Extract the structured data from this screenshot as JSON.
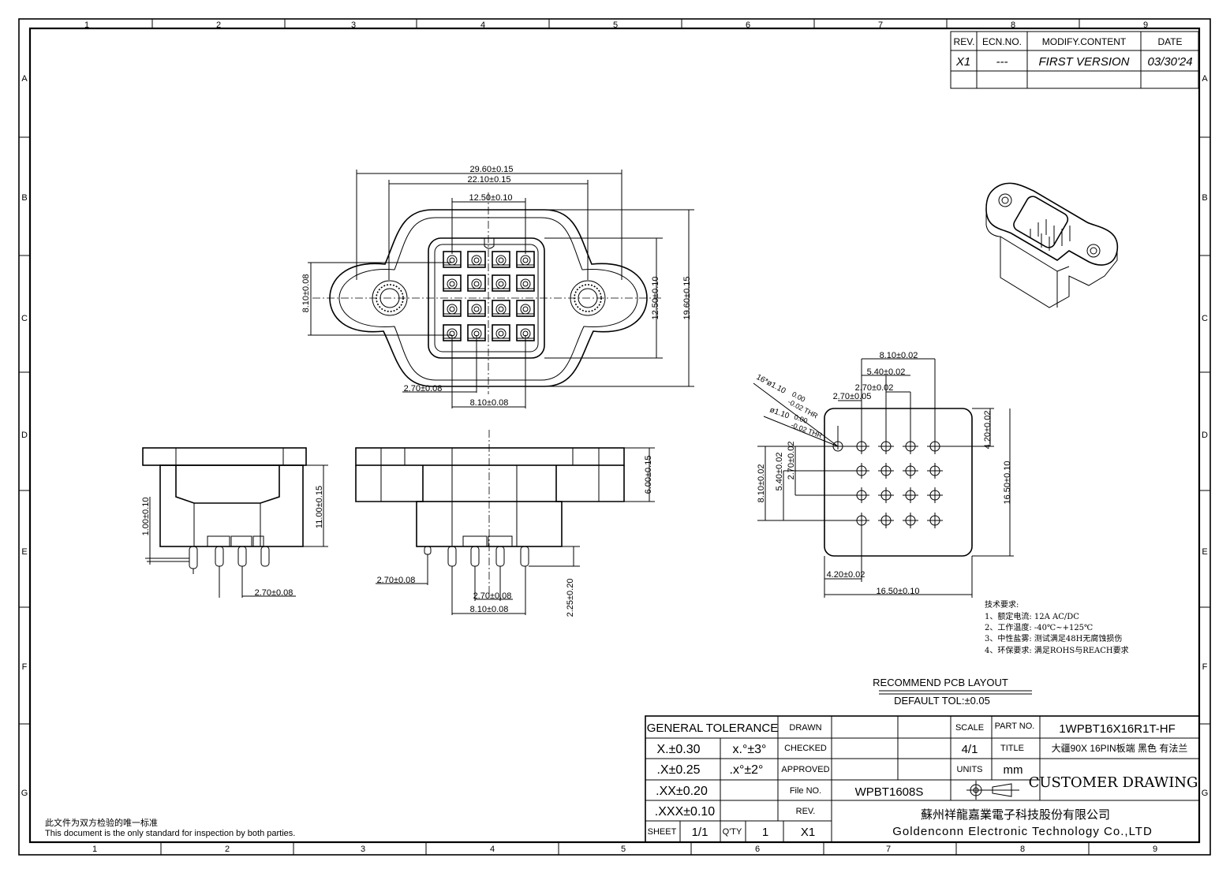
{
  "zones": {
    "top_cols": [
      "1",
      "2",
      "3",
      "4",
      "5",
      "6",
      "7",
      "8",
      "9"
    ],
    "bottom_cols": [
      "1",
      "2",
      "3",
      "4",
      "5",
      "6",
      "7",
      "8",
      "9"
    ],
    "rows": [
      "A",
      "B",
      "C",
      "D",
      "E",
      "F",
      "G"
    ]
  },
  "revision_table": {
    "headers": [
      "REV.",
      "ECN.NO.",
      "MODIFY.CONTENT",
      "DATE"
    ],
    "rows": [
      {
        "rev": "X1",
        "ecn": "---",
        "content": "FIRST VERSION",
        "date": "03/30'24"
      }
    ]
  },
  "front_view": {
    "dims": [
      "29.60±0.15",
      "22.10±0.15",
      "12.50±0.10",
      "8.10±0.08",
      "12.50±0.10",
      "19.60±0.15",
      "2.70±0.08",
      "8.10±0.08"
    ]
  },
  "side_left": {
    "dims": [
      "1.00±0.10",
      "11.00±0.15",
      "2.70±0.08"
    ]
  },
  "side_right": {
    "dims": [
      "6.00±0.15",
      "2.70±0.08",
      "2.70±0.08",
      "8.10±0.08",
      "2.25±0.20"
    ]
  },
  "pcb_layout": {
    "dims": [
      "8.10±0.02",
      "5.40±0.02",
      "2.70±0.02",
      "2.70±0.05",
      "8.10±0.02",
      "5.40±0.02",
      "2.70±0.02",
      "4.20±0.02",
      "16.50±0.10",
      "4.20±0.02",
      "16.50±0.10"
    ],
    "hole_note_1": "16*ø1.10",
    "hole_tol_1a": "0.00",
    "hole_tol_1b": "-0.02 THR",
    "hole_note_2": "ø1.10",
    "hole_tol_2a": "0.00",
    "hole_tol_2b": "-0.02 THR",
    "title": "RECOMMEND PCB LAYOUT",
    "tolerance": "DEFAULT TOL:±0.05"
  },
  "tech_requirements": {
    "heading": "技术要求:",
    "items": [
      "1、额定电流: 12A AC/DC",
      "2、工作温度: -40℃~+125℃",
      "3、中性盐雾: 测试满足48H无腐蚀损伤",
      "4、环保要求: 满足ROHS与REACH要求"
    ]
  },
  "disclaimer": {
    "zh": "此文件为双方检验的唯一标准",
    "en": "This document is the only standard for inspection by both parties."
  },
  "title_block": {
    "general_tolerance": "GENERAL TOLERANCE",
    "tol_rows": [
      {
        "left": "X.±0.30",
        "right": "x.°±3°"
      },
      {
        "left": ".X±0.25",
        "right": ".x°±2°"
      },
      {
        "left": ".XX±0.20",
        "right": ""
      },
      {
        "left": ".XXX±0.10",
        "right": ""
      }
    ],
    "labels": {
      "drawn": "DRAWN",
      "checked": "CHECKED",
      "approved": "APPROVED",
      "file_no": "File NO.",
      "rev": "REV.",
      "sheet": "SHEET",
      "qty": "Q'TY",
      "scale": "SCALE",
      "units": "UNITS",
      "part_no": "PART NO.",
      "title": "TITLE"
    },
    "values": {
      "file_no": "WPBT1608S",
      "rev": "X1",
      "sheet": "1/1",
      "qty": "1",
      "scale": "4/1",
      "units": "mm",
      "part_no": "1WPBT16X16R1T-HF",
      "title": "大疆90X 16PIN板端 黑色 有法兰"
    },
    "drawing_type": "CUSTOMER DRAWING",
    "company_zh": "蘇州祥龍嘉業電子科技股份有限公司",
    "company_en": "Goldenconn Electronic Technology Co.,LTD"
  }
}
